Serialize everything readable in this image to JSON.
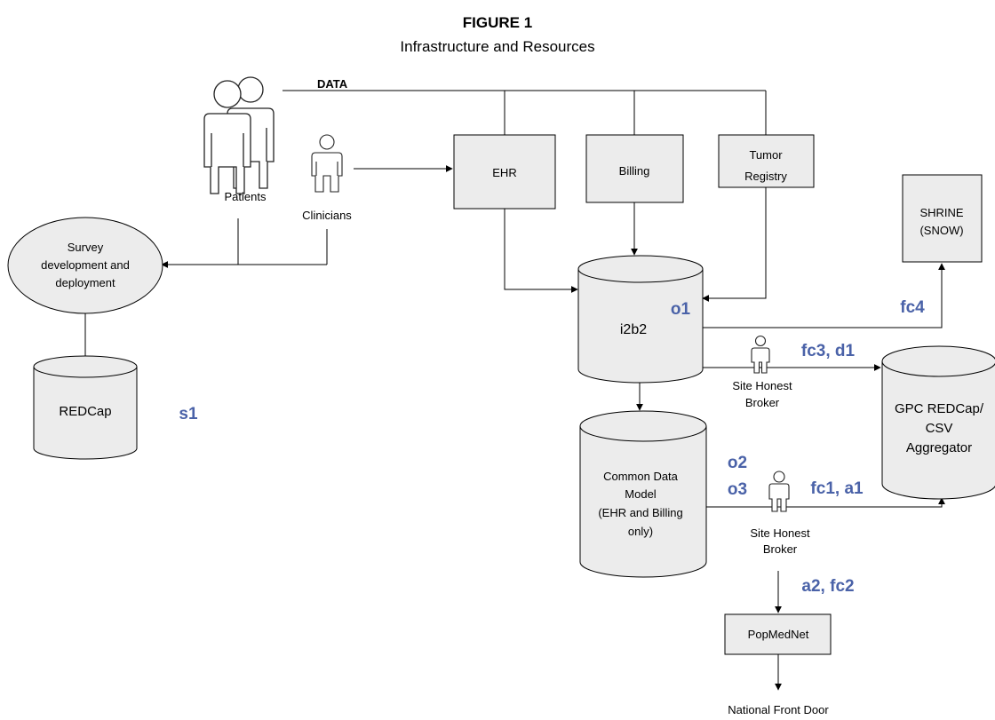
{
  "figure": {
    "title": "FIGURE 1",
    "subtitle": "Infrastructure and Resources"
  },
  "labels": {
    "data_bus": "DATA",
    "patients": "Patients",
    "clinicians": "Clinicians",
    "survey": [
      "Survey",
      "development and",
      "deployment"
    ],
    "redcap": "REDCap",
    "ehr": "EHR",
    "billing": "Billing",
    "tumor_registry": [
      "Tumor",
      "Registry"
    ],
    "shrine": [
      "SHRINE",
      "(SNOW)"
    ],
    "i2b2": "i2b2",
    "gpc_aggregator": [
      "GPC REDCap/",
      "CSV",
      "Aggregator"
    ],
    "common_data_model": [
      "Common Data",
      "Model",
      "(EHR and Billing",
      "only)"
    ],
    "site_honest_broker_1": [
      "Site Honest",
      "Broker"
    ],
    "site_honest_broker_2": [
      "Site Honest",
      "Broker"
    ],
    "popmednet": "PopMedNet",
    "national_front_door": "National Front Door"
  },
  "annotations": {
    "s1": "s1",
    "o1": "o1",
    "fc4": "fc4",
    "fc3_d1": "fc3, d1",
    "o2": "o2",
    "o3": "o3",
    "fc1_a1": "fc1, a1",
    "a2_fc2": "a2, fc2"
  },
  "colors": {
    "annotation": "#4a62a8",
    "shape_fill": "#ececec",
    "stroke": "#000000"
  }
}
